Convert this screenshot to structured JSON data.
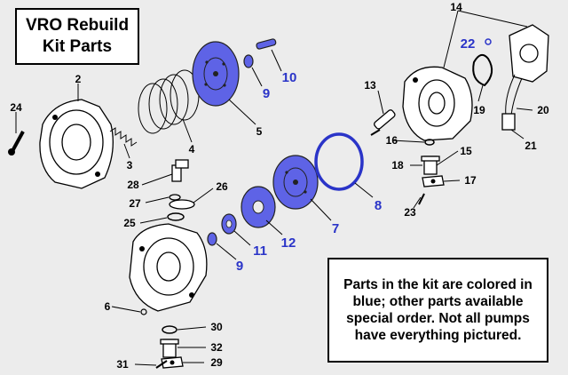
{
  "title": {
    "line1": "VRO Rebuild",
    "line2": "Kit Parts"
  },
  "note": "Parts in the kit are colored in blue; other parts available special order. Not all pumps have everything pictured.",
  "colors": {
    "kit_part": "#5e63e6",
    "kit_label": "#2a34c8",
    "standard_label": "#000000"
  },
  "labels": {
    "p2": "2",
    "p3": "3",
    "p4": "4",
    "p5": "5",
    "p6": "6",
    "p7": "7",
    "p8": "8",
    "p9a": "9",
    "p9b": "9",
    "p10": "10",
    "p11": "11",
    "p12": "12",
    "p13": "13",
    "p14": "14",
    "p15": "15",
    "p16": "16",
    "p17": "17",
    "p18": "18",
    "p19": "19",
    "p20": "20",
    "p21": "21",
    "p22": "22",
    "p23": "23",
    "p24": "24",
    "p25": "25",
    "p26": "26",
    "p27": "27",
    "p28": "28",
    "p29": "29",
    "p30": "30",
    "p31": "31",
    "p32": "32"
  }
}
